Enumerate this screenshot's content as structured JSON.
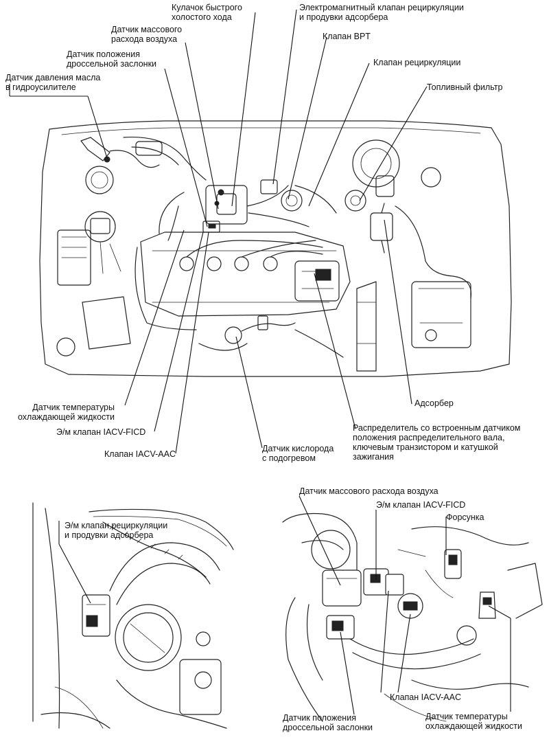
{
  "top_diagram": {
    "labels": {
      "fast_idle_cam": "Кулачок быстрого\nхолостого хода",
      "egr_purge_solenoid": "Электромагнитный клапан рециркуляции\nи продувки адсорбера",
      "maf_sensor": "Датчик массового\nрасхода воздуха",
      "bpt_valve": "Клапан BPT",
      "tps": "Датчик положения\nдроссельной заслонки",
      "egr_valve": "Клапан рециркуляции",
      "ps_oil_pressure": "Датчик давления масла\nв гидроусилителе",
      "fuel_filter": "Топливный фильтр",
      "coolant_temp": "Датчик температуры\nохлаждающей жидкости",
      "adsorber": "Адсорбер",
      "iacv_ficd": "Э/м клапан IACV-FICD",
      "distributor": "Распределитель со встроенным датчиком\nположения распределительного вала,\nключевым транзистором и катушкой\nзажигания",
      "iacv_aac": "Клапан IACV-AAC",
      "o2_sensor": "Датчик кислорода\nс подогревом"
    }
  },
  "bottom_left_diagram": {
    "labels": {
      "egr_purge_solenoid": "Э/м клапан рециркуляции\nи продувки адсорбера"
    }
  },
  "bottom_right_diagram": {
    "labels": {
      "maf_sensor": "Датчик массового расхода воздуха",
      "iacv_ficd": "Э/м клапан IACV-FICD",
      "injector": "Форсунка",
      "iacv_aac": "Клапан IACV-AAC",
      "tps": "Датчик положения\nдроссельной заслонки",
      "coolant_temp": "Датчик температуры\nохлаждающей жидкости"
    }
  }
}
